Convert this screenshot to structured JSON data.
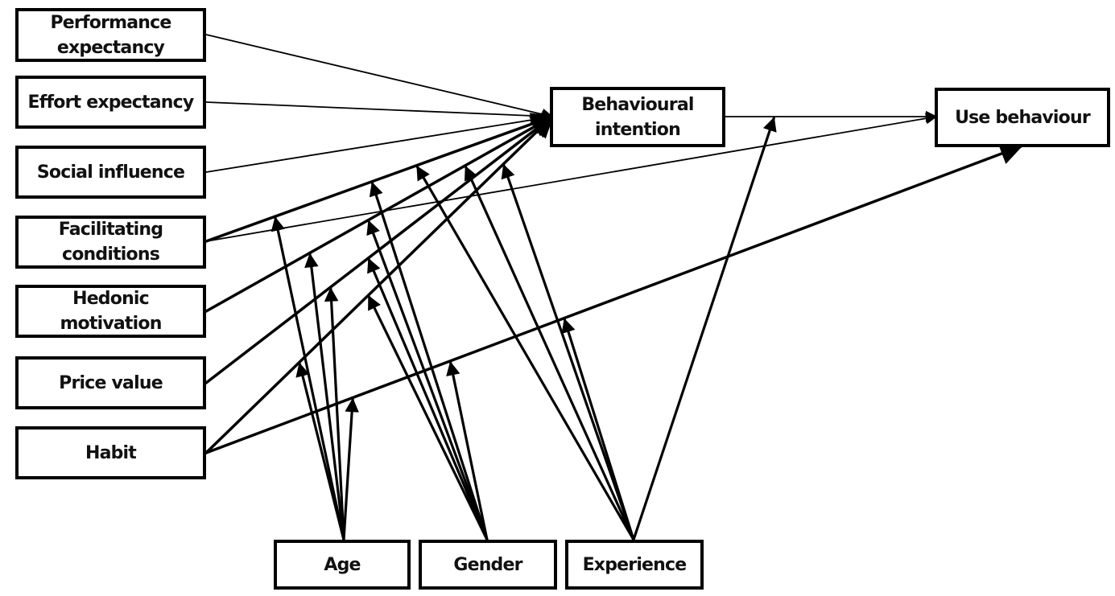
{
  "diagram": {
    "title": "UTAUT2 research model",
    "nodes": {
      "performance_expectancy": "Performance expectancy",
      "effort_expectancy": "Effort expectancy",
      "social_influence": "Social influence",
      "facilitating_conditions": "Facilitating conditions",
      "hedonic_motivation": "Hedonic motivation",
      "price_value": "Price value",
      "habit": "Habit",
      "behavioural_intention": "Behavioural intention",
      "use_behaviour": "Use behaviour",
      "age": "Age",
      "gender": "Gender",
      "experience": "Experience"
    },
    "edges": [
      {
        "from": "performance_expectancy",
        "to": "behavioural_intention",
        "type": "direct"
      },
      {
        "from": "effort_expectancy",
        "to": "behavioural_intention",
        "type": "direct"
      },
      {
        "from": "social_influence",
        "to": "behavioural_intention",
        "type": "direct"
      },
      {
        "from": "facilitating_conditions",
        "to": "behavioural_intention",
        "type": "direct"
      },
      {
        "from": "facilitating_conditions",
        "to": "use_behaviour",
        "type": "direct"
      },
      {
        "from": "hedonic_motivation",
        "to": "behavioural_intention",
        "type": "direct"
      },
      {
        "from": "price_value",
        "to": "behavioural_intention",
        "type": "direct"
      },
      {
        "from": "habit",
        "to": "behavioural_intention",
        "type": "direct"
      },
      {
        "from": "habit",
        "to": "use_behaviour",
        "type": "direct"
      },
      {
        "from": "behavioural_intention",
        "to": "use_behaviour",
        "type": "direct"
      }
    ],
    "moderations": [
      {
        "moderator": "age",
        "path": "facilitating_conditions->behavioural_intention"
      },
      {
        "moderator": "age",
        "path": "hedonic_motivation->behavioural_intention"
      },
      {
        "moderator": "age",
        "path": "price_value->behavioural_intention"
      },
      {
        "moderator": "age",
        "path": "habit->behavioural_intention"
      },
      {
        "moderator": "age",
        "path": "habit->use_behaviour"
      },
      {
        "moderator": "gender",
        "path": "facilitating_conditions->behavioural_intention"
      },
      {
        "moderator": "gender",
        "path": "hedonic_motivation->behavioural_intention"
      },
      {
        "moderator": "gender",
        "path": "price_value->behavioural_intention"
      },
      {
        "moderator": "gender",
        "path": "habit->behavioural_intention"
      },
      {
        "moderator": "gender",
        "path": "habit->use_behaviour"
      },
      {
        "moderator": "experience",
        "path": "facilitating_conditions->behavioural_intention"
      },
      {
        "moderator": "experience",
        "path": "hedonic_motivation->behavioural_intention"
      },
      {
        "moderator": "experience",
        "path": "habit->behavioural_intention"
      },
      {
        "moderator": "experience",
        "path": "habit->use_behaviour"
      },
      {
        "moderator": "experience",
        "path": "behavioural_intention->use_behaviour"
      }
    ]
  }
}
